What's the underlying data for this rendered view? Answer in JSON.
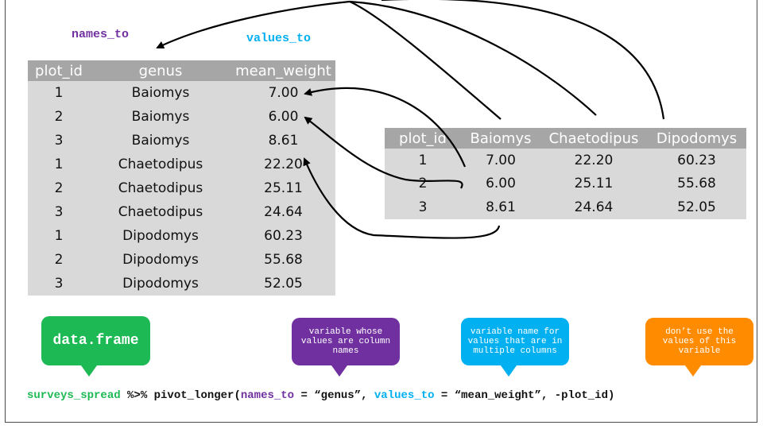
{
  "labels": {
    "names_to": "names_to",
    "values_to": "values_to"
  },
  "long_table": {
    "headers": [
      "plot_id",
      "genus",
      "mean_weight"
    ],
    "rows": [
      [
        "1",
        "Baiomys",
        "7.00"
      ],
      [
        "2",
        "Baiomys",
        "6.00"
      ],
      [
        "3",
        "Baiomys",
        "8.61"
      ],
      [
        "1",
        "Chaetodipus",
        "22.20"
      ],
      [
        "2",
        "Chaetodipus",
        "25.11"
      ],
      [
        "3",
        "Chaetodipus",
        "24.64"
      ],
      [
        "1",
        "Dipodomys",
        "60.23"
      ],
      [
        "2",
        "Dipodomys",
        "55.68"
      ],
      [
        "3",
        "Dipodomys",
        "52.05"
      ]
    ]
  },
  "wide_table": {
    "headers": [
      "plot_id",
      "Baiomys",
      "Chaetodipus",
      "Dipodomys"
    ],
    "rows": [
      [
        "1",
        "7.00",
        "22.20",
        "60.23"
      ],
      [
        "2",
        "6.00",
        "25.11",
        "55.68"
      ],
      [
        "3",
        "8.61",
        "24.64",
        "52.05"
      ]
    ]
  },
  "bubbles": {
    "data_frame": "data.frame",
    "names_note": "variable whose values are column names",
    "values_note": "variable name for values that are in multiple columns",
    "plot_note": "don’t use the values of this variable"
  },
  "code": {
    "prefix": "surveys_spread %>% pivot_longer(",
    "names_kw": "names_to",
    "mid1": " = “genus”, ",
    "values_kw": "values_to",
    "mid2": " = “mean_weight”, -plot_id)"
  },
  "colors": {
    "green": "#1db954",
    "purple": "#7030a0",
    "blue": "#00b0f0",
    "orange": "#ff8c00",
    "header_gray": "#a6a6a6",
    "cell_gray": "#d9d9d9"
  }
}
